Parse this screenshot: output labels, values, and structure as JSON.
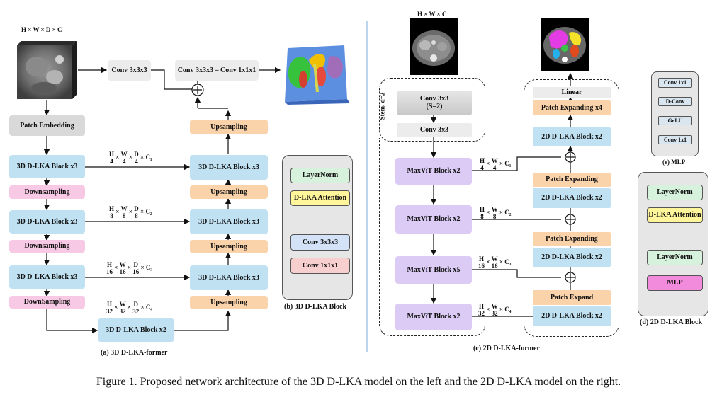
{
  "left": {
    "input_dims": "H × W × D × C",
    "patch_embedding": "Patch Embedding",
    "conv3": "Conv 3x3x3",
    "conv3b": "Conv 3x3x3",
    "conv1": "Conv 1x1x1",
    "dash": "–",
    "enc": [
      "3D D-LKA Block x3",
      "3D D-LKA Block x3",
      "3D D-LKA Block x3"
    ],
    "down": [
      "Downsampling",
      "Downsampling",
      "DownSampling"
    ],
    "bottleneck": "3D D-LKA Block x2",
    "dec": [
      "3D D-LKA Block x3",
      "3D D-LKA Block x3",
      "3D D-LKA Block x3"
    ],
    "up": [
      "Upsampling",
      "Upsampling",
      "Upsampling",
      "Upsampling"
    ],
    "dims": [
      {
        "h": "H",
        "hd": "4",
        "w": "W",
        "wd": "4",
        "d": "D",
        "dd": "4",
        "c": "C₁"
      },
      {
        "h": "H",
        "hd": "8",
        "w": "W",
        "wd": "8",
        "d": "D",
        "dd": "8",
        "c": "C₂"
      },
      {
        "h": "H",
        "hd": "16",
        "w": "W",
        "wd": "16",
        "d": "D",
        "dd": "16",
        "c": "C₃"
      },
      {
        "h": "H",
        "hd": "32",
        "w": "W",
        "wd": "32",
        "d": "D",
        "dd": "32",
        "c": "C₄"
      }
    ],
    "caption": "(a) 3D D-LKA-former"
  },
  "block3d": {
    "layernorm": "LayerNorm",
    "attention": "D-LKA Attention",
    "conv3": "Conv 3x3x3",
    "conv1": "Conv 1x1x1",
    "plus": "+",
    "caption": "(b) 3D D-LKA Block"
  },
  "right": {
    "input_dims": "H × W × C",
    "stem_label": "Stem, d=2",
    "stem_conv1": "Conv 3x3",
    "stem_stride": "(S=2)",
    "stem_conv2": "Conv 3x3",
    "maxvit": [
      "MaxViT Block x2",
      "MaxViT Block x2",
      "MaxViT Block x5",
      "MaxViT Block x2"
    ],
    "linear": "Linear",
    "patch_exp4": "Patch Expanding x4",
    "dec": [
      "2D D-LKA Block x2",
      "2D D-LKA Block x2",
      "2D D-LKA Block x2",
      "2D D-LKA Block x2"
    ],
    "patch_exp": [
      "Patch Expanding",
      "Patch Expanding",
      "Patch Expand"
    ],
    "dims": [
      {
        "h": "H",
        "hd": "4",
        "w": "W",
        "wd": "4",
        "c": "C₁"
      },
      {
        "h": "H",
        "hd": "8",
        "w": "W",
        "wd": "8",
        "c": "C₂"
      },
      {
        "h": "H",
        "hd": "16",
        "w": "W",
        "wd": "16",
        "c": "C₃"
      },
      {
        "h": "H",
        "hd": "32",
        "w": "W",
        "wd": "32",
        "c": "C₄"
      }
    ],
    "caption": "(c) 2D D-LKA-former"
  },
  "mlp": {
    "conv1a": "Conv 1x1",
    "dconv": "D-Conv",
    "gelu": "GeLU",
    "conv1b": "Conv 1x1",
    "caption": "(e) MLP"
  },
  "block2d": {
    "layernorm1": "LayerNorm",
    "attention": "D-LKA Attention",
    "layernorm2": "LayerNorm",
    "mlp": "MLP",
    "plus": "+",
    "caption": "(d) 2D D-LKA Block"
  },
  "figure_caption": "Figure 1. Proposed network architecture of the 3D D-LKA model on the left and the 2D D-LKA model on the right."
}
